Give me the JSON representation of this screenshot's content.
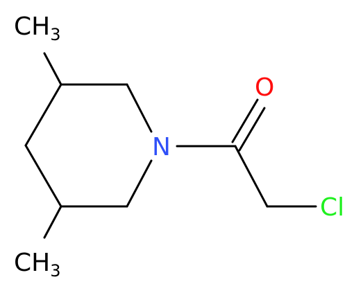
{
  "molecule": {
    "atoms": {
      "ch3_top": {
        "main": "CH",
        "sub": "3",
        "color": "#000000"
      },
      "ch3_bottom": {
        "main": "CH",
        "sub": "3",
        "color": "#000000"
      },
      "nitrogen": {
        "main": "N",
        "color": "#3050F8"
      },
      "oxygen": {
        "main": "O",
        "color": "#FF0D0D"
      },
      "chlorine": {
        "main": "Cl",
        "color": "#1FF01F"
      }
    }
  }
}
